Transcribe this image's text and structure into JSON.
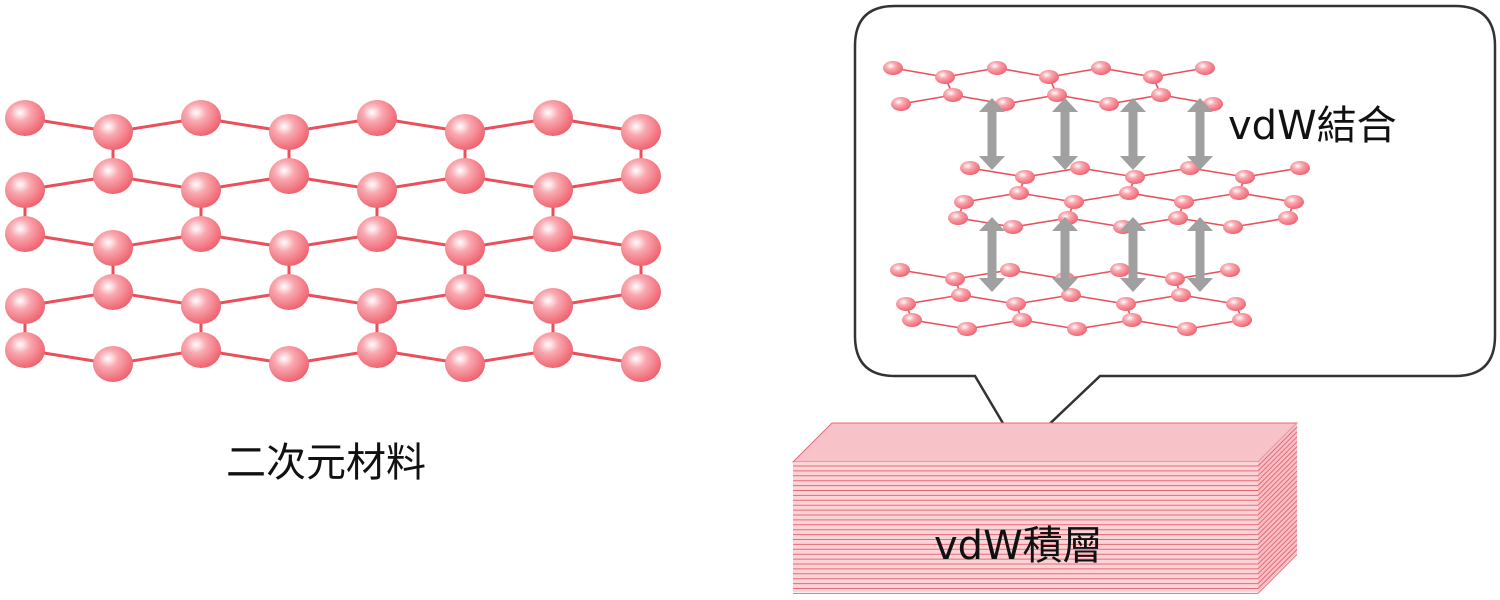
{
  "labels": {
    "two_d_material": "二次元材料",
    "vdw_bond": "vdW結合",
    "vdw_stack": "vdW積層"
  },
  "colors": {
    "atom": "#f06c78",
    "atom_highlight": "#ffffff",
    "bond": "#e8505c",
    "arrow": "#a0a0a0",
    "callout_border": "#333333",
    "stack_face": "#f7b6bd",
    "stack_line": "#e66a76"
  },
  "icons": {
    "arrow": "double-headed-vertical-arrow"
  }
}
